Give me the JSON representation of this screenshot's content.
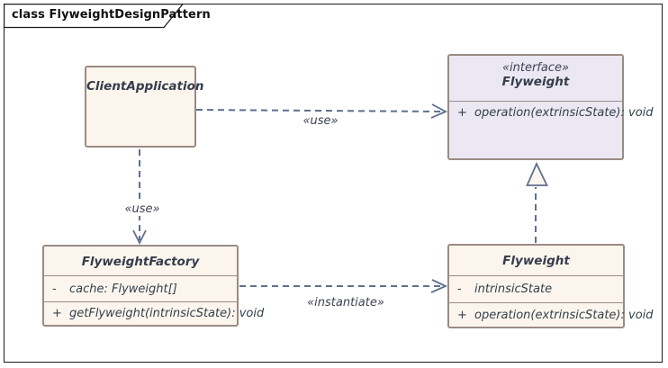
{
  "frame": {
    "title": "class FlyweightDesignPattern"
  },
  "nodes": {
    "client": {
      "name": "ClientApplication"
    },
    "flyweight_interface": {
      "stereotype": "«interface»",
      "name": "Flyweight",
      "operations": [
        {
          "visibility": "+",
          "signature": "operation(extrinsicState): void"
        }
      ]
    },
    "factory": {
      "name": "FlyweightFactory",
      "attributes": [
        {
          "visibility": "-",
          "signature": "cache: Flyweight[]"
        }
      ],
      "operations": [
        {
          "visibility": "+",
          "signature": "getFlyweight(intrinsicState): void"
        }
      ]
    },
    "flyweight_class": {
      "name": "Flyweight",
      "attributes": [
        {
          "visibility": "-",
          "signature": "intrinsicState"
        }
      ],
      "operations": [
        {
          "visibility": "+",
          "signature": "operation(extrinsicState): void"
        }
      ]
    }
  },
  "edges": {
    "client_uses_interface": {
      "label": "«use»",
      "type": "dependency"
    },
    "client_uses_factory": {
      "label": "«use»",
      "type": "dependency"
    },
    "factory_instantiates_flyweight": {
      "label": "«instantiate»",
      "type": "dependency"
    },
    "flyweight_realizes_interface": {
      "type": "realization"
    }
  },
  "colors": {
    "class_fill": "#fcf5ee",
    "interface_fill": "#ebe8f4",
    "node_border": "#9a8b84",
    "edge_stroke": "#5f6f8e",
    "frame_border": "#1c1c1c",
    "text": "#39414e"
  }
}
